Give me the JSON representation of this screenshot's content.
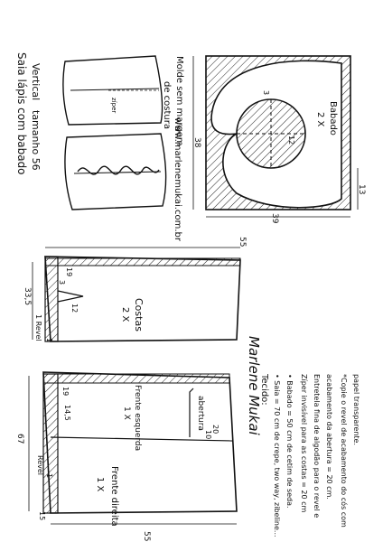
{
  "header": {
    "title": "Saia lápis com babado",
    "subtitle": "Vertical",
    "size": "tamanho 56",
    "website": "www.marlenemukai.com.br"
  },
  "mold_note": {
    "line1": "Molde sem margem",
    "line2": "de costura"
  },
  "flounce": {
    "label": "Babado",
    "count": "2 X",
    "dim_height": "38",
    "dim_width": "39",
    "dim_side": "13",
    "dim_top": "3",
    "dim_radius": "12"
  },
  "skirt_sketch": {
    "zipper_label": "zíper"
  },
  "back_piece": {
    "label": "Costas",
    "count": "2 X",
    "dim_width": "55",
    "dim_top": "19",
    "dim_height": "33,5",
    "dim_small": "3",
    "dim_dart": "12",
    "hem_label": "1 Revel",
    "hem_value": "1"
  },
  "front_piece": {
    "label_left": "Frente esquerda",
    "count_left": "1 X",
    "label_right": "Frente direita",
    "count_right": "1 X",
    "opening_label": "abertura",
    "dim_height": "67",
    "dim_width": "55",
    "dim_top": "19",
    "dim_small": "14,5",
    "dim_opening_a": "20",
    "dim_opening_b": "10",
    "hem_label": "Revel",
    "hem_value": "1",
    "bottom_value": "15"
  },
  "signature_text": "Marlene Mukai",
  "materials": {
    "heading": "Tecido:",
    "lines": [
      "• Saia = 70 cm de crepe, two way, zibeline...",
      "• Babado = 50 cm de cetim de seda.",
      "Zíper invisível para as costas = 20 cm",
      "Entretela fina de algodão para o revel e",
      "acabamento da abertura = 20 cm.",
      "*Copie o revel de acabamento do cós com",
      "papel transparente."
    ]
  }
}
